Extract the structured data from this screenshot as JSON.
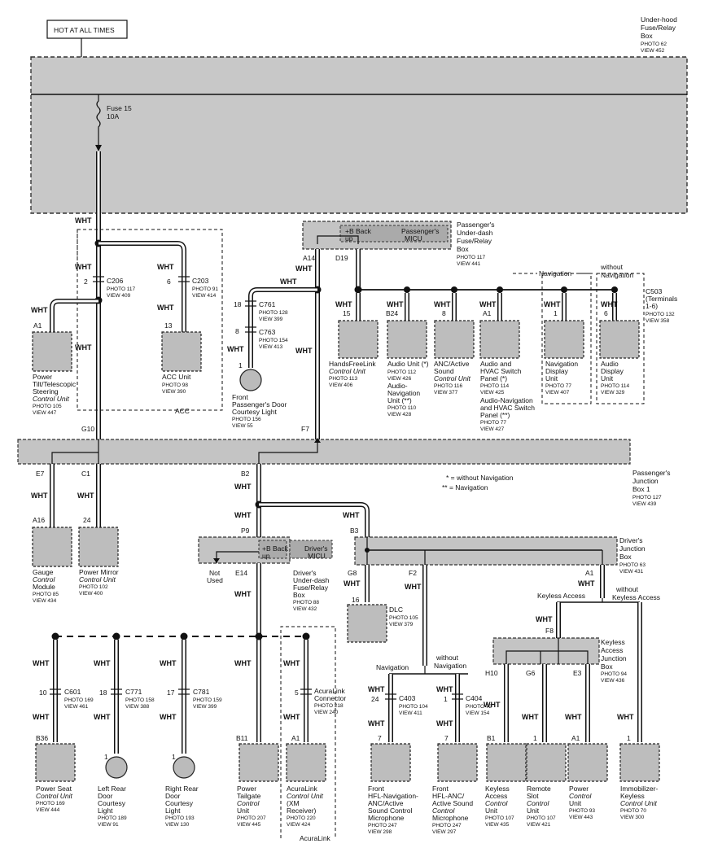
{
  "labels": {
    "hot_at_all_times": "HOT AT ALL TIMES",
    "underhood_1": "Under-hood",
    "underhood_2": "Fuse/Relay",
    "underhood_3": "Box",
    "underhood_photo": "PHOTO 62",
    "underhood_view": "VIEW 452",
    "fuse_1": "Fuse 15",
    "fuse_2": "10A",
    "wht": "WHT",
    "pmicu_1": "Passenger's",
    "pmicu_2": "Under-dash",
    "pmicu_3": "Fuse/Relay",
    "pmicu_4": "Box",
    "pmicu_photo": "PHOTO 117",
    "pmicu_view": "VIEW 441",
    "pmicu_inner_1": "+B Back",
    "pmicu_inner_2": "up",
    "pmicu_inner_3": "Passenger's",
    "pmicu_inner_4": "MICU",
    "a14": "A14",
    "d19": "D19",
    "c206": "C206",
    "c206_photo": "PHOTO 117",
    "c206_view": "VIEW 409",
    "c203": "C203",
    "c203_photo": "PHOTO 91",
    "c203_view": "VIEW 414",
    "pin_2": "2",
    "pin_6": "6",
    "pin_13": "13",
    "a1": "A1",
    "power_tilt_1": "Power",
    "power_tilt_2": "Tilt/Telescopic",
    "power_tilt_3": "Steering",
    "power_tilt_4": "Control Unit",
    "power_tilt_photo": "PHOTO 105",
    "power_tilt_view": "VIEW 447",
    "acc_unit": "ACC Unit",
    "acc_photo": "PHOTO 98",
    "acc_view": "VIEW 390",
    "acc": "ACC",
    "pin_18": "18",
    "pin_8": "8",
    "pin_1": "1",
    "c761": "C761",
    "c761_photo": "PHOTO 128",
    "c761_view": "VIEW 399",
    "c763": "C763",
    "c763_photo": "PHOTO 154",
    "c763_view": "VIEW 413",
    "front_pass_1": "Front",
    "front_pass_2": "Passenger's Door",
    "front_pass_3": "Courtesy Light",
    "front_pass_photo": "PHOTO 156",
    "front_pass_view": "VIEW 55",
    "navigation": "Navigation",
    "without_1": "without",
    "without_2": "Navigation",
    "c503_1": "C503",
    "c503_2": "(Terminals",
    "c503_3": "1-6)",
    "c503_photo": "PHOTO 132",
    "c503_view": "VIEW 358",
    "pin_15": "15",
    "b24": "B24",
    "hfl_1": "HandsFreeLink",
    "hfl_2": "Control Unit",
    "hfl_photo": "PHOTO 113",
    "hfl_view": "VIEW 406",
    "audio_1": "Audio Unit (*)",
    "audio_photo": "PHOTO 112",
    "audio_view": "VIEW 426",
    "audio_nav_1": "Audio-",
    "audio_nav_2": "Navigation",
    "audio_nav_3": "Unit (**)",
    "audio_nav_photo": "PHOTO 110",
    "audio_nav_view": "VIEW 428",
    "anc_1": "ANC/Active",
    "anc_2": "Sound",
    "anc_3": "Control Unit",
    "anc_photo": "PHOTO 116",
    "anc_view": "VIEW 377",
    "hvac_1": "Audio and",
    "hvac_2": "HVAC Switch",
    "hvac_3": "Panel (*)",
    "hvac_photo": "PHOTO 114",
    "hvac_view": "VIEW 425",
    "hvac_nav_1": "Audio-Navigation",
    "hvac_nav_2": "and HVAC Switch",
    "hvac_nav_3": "Panel (**)",
    "hvac_nav_photo": "PHOTO 77",
    "hvac_nav_view": "VIEW 427",
    "nav_disp_1": "Navigation",
    "nav_disp_2": "Display",
    "nav_disp_3": "Unit",
    "nav_disp_photo": "PHOTO 77",
    "nav_disp_view": "VIEW 407",
    "aud_disp_1": "Audio",
    "aud_disp_2": "Display",
    "aud_disp_3": "Unit",
    "aud_disp_photo": "PHOTO 114",
    "aud_disp_view": "VIEW 329",
    "g10": "G10",
    "f7": "F7",
    "pjb_1": "Passenger's",
    "pjb_2": "Junction",
    "pjb_3": "Box 1",
    "pjb_photo": "PHOTO 127",
    "pjb_view": "VIEW 439",
    "legend_1": "* = without Navigation",
    "legend_2": "** = Navigation",
    "e7": "E7",
    "c1": "C1",
    "b2": "B2",
    "a16": "A16",
    "pin_24": "24",
    "gauge_1": "Gauge",
    "gauge_2": "Control",
    "gauge_3": "Module",
    "gauge_photo": "PHOTO 85",
    "gauge_view": "VIEW 434",
    "mirror_1": "Power Mirror",
    "mirror_2": "Control Unit",
    "mirror_photo": "PHOTO 102",
    "mirror_view": "VIEW 400",
    "p9": "P9",
    "b3": "B3",
    "dmicu_inner_3": "Driver's",
    "dmicu_inner_4": "MICU",
    "not_used_1": "Not",
    "not_used_2": "Used",
    "e14": "E14",
    "dmicu_1": "Driver's",
    "dmicu_2": "Under-dash",
    "dmicu_3": "Fuse/Relay",
    "dmicu_4": "Box",
    "dmicu_photo": "PHOTO 88",
    "dmicu_view": "VIEW 432",
    "g8": "G8",
    "f2": "F2",
    "djb_1": "Driver's",
    "djb_2": "Junction",
    "djb_3": "Box",
    "djb_photo": "PHOTO 63",
    "djb_view": "VIEW 431",
    "pin_16": "16",
    "dlc": "DLC",
    "dlc_photo": "PHOTO 105",
    "dlc_view": "VIEW 379",
    "keyless_access": "Keyless Access",
    "without_keyless_1": "without",
    "without_keyless_2": "Keyless Access",
    "f8": "F8",
    "kajb_1": "Keyless",
    "kajb_2": "Access",
    "kajb_3": "Junction",
    "kajb_4": "Box",
    "kajb_photo": "PHOTO 94",
    "kajb_view": "VIEW 436",
    "h10": "H10",
    "g6": "G6",
    "e3": "E3",
    "pin_10": "10",
    "pin_17": "17",
    "pin_5": "5",
    "pin_7": "7",
    "c601": "C601",
    "c601_photo": "PHOTO 169",
    "c601_view": "VIEW 461",
    "c771": "C771",
    "c771_photo": "PHOTO 158",
    "c771_view": "VIEW 388",
    "c781": "C781",
    "c781_photo": "PHOTO 159",
    "c781_view": "VIEW 399",
    "acuralink_conn_1": "AcuraLink",
    "acuralink_conn_2": "Connector",
    "acuralink_conn_photo": "PHOTO 218",
    "acuralink_conn_view": "VIEW 240",
    "c403": "C403",
    "c403_photo": "PHOTO 104",
    "c403_view": "VIEW 411",
    "c404": "C404",
    "c404_photo": "PHOTO 72",
    "c404_view": "VIEW 154",
    "b36": "B36",
    "b11": "B11",
    "b1": "B1",
    "seat_1": "Power Seat",
    "seat_2": "Control Unit",
    "seat_photo": "PHOTO 169",
    "seat_view": "VIEW 444",
    "lr_1": "Left Rear",
    "lr_2": "Door",
    "lr_3": "Courtesy",
    "lr_4": "Light",
    "lr_photo": "PHOTO 189",
    "lr_view": "VIEW 91",
    "rr_1": "Right Rear",
    "rr_2": "Door",
    "rr_3": "Courtesy",
    "rr_4": "Light",
    "rr_photo": "PHOTO 193",
    "rr_view": "VIEW 130",
    "tg_1": "Power",
    "tg_2": "Tailgate",
    "tg_3": "Control",
    "tg_4": "Unit",
    "tg_photo": "PHOTO 207",
    "tg_view": "VIEW 445",
    "al_1": "AcuraLink",
    "al_2": "Control Unit",
    "al_3": "(XM",
    "al_4": "Receiver)",
    "al_photo": "PHOTO 220",
    "al_view": "VIEW 424",
    "acuralink": "AcuraLink",
    "mic1_1": "Front",
    "mic1_2": "HFL-Navigation-",
    "mic1_3": "ANC/Active",
    "mic1_4": "Sound Control",
    "mic1_5": "Microphone",
    "mic1_photo": "PHOTO 247",
    "mic1_view": "VIEW 298",
    "mic2_1": "Front",
    "mic2_2": "HFL-ANC/",
    "mic2_3": "Active Sound",
    "mic2_4": "Control",
    "mic2_5": "Microphone",
    "mic2_photo": "PHOTO 247",
    "mic2_view": "VIEW 297",
    "kac_1": "Keyless",
    "kac_2": "Access",
    "kac_3": "Control",
    "kac_4": "Unit",
    "kac_photo": "PHOTO 107",
    "kac_view": "VIEW 435",
    "rsc_1": "Remote",
    "rsc_2": "Slot",
    "rsc_3": "Control",
    "rsc_4": "Unit",
    "rsc_photo": "PHOTO 107",
    "rsc_view": "VIEW 421",
    "pcu_1": "Power",
    "pcu_2": "Control",
    "pcu_3": "Unit",
    "pcu_photo": "PHOTO 93",
    "pcu_view": "VIEW 443",
    "imm_1": "Immobilizer-",
    "imm_2": "Keyless",
    "imm_3": "Control Unit",
    "imm_photo": "PHOTO 70",
    "imm_view": "VIEW 300"
  }
}
